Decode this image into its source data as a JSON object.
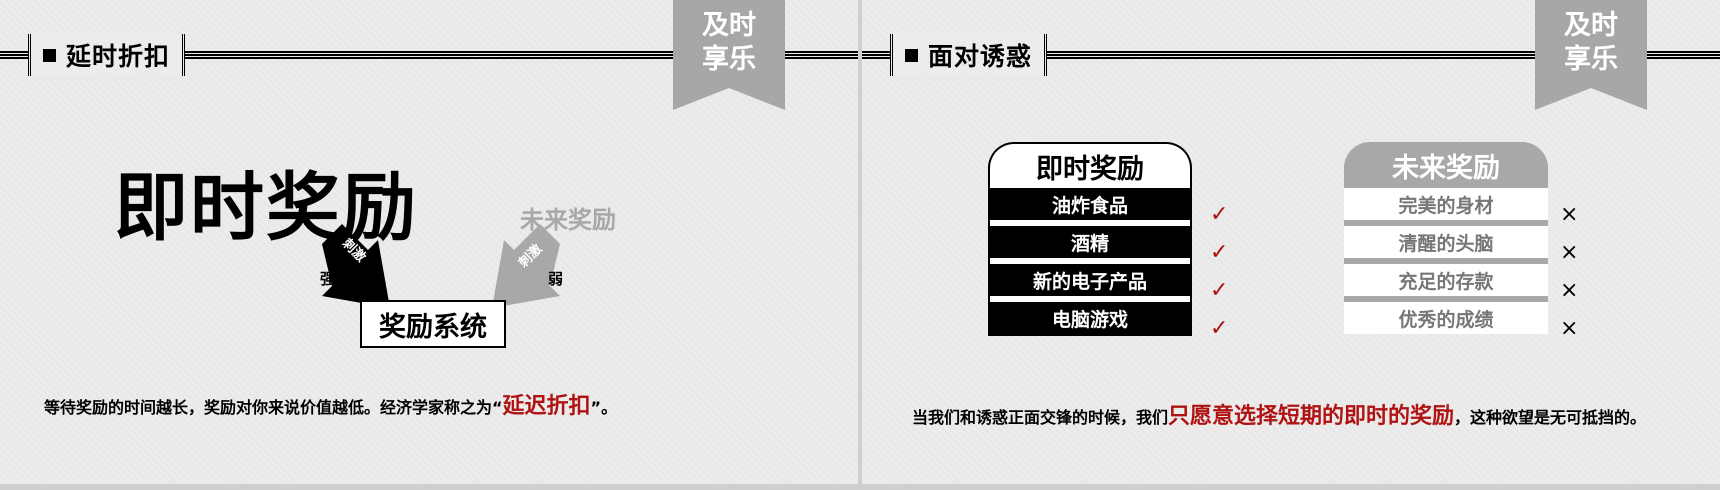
{
  "left": {
    "section_title": "延时折扣",
    "ribbon": [
      "及时",
      "享乐"
    ],
    "big_title": "即时奖励",
    "future_label": "未来奖励",
    "arrow_label_left": "刺激",
    "arrow_label_right": "刺激",
    "strong_label": "强",
    "weak_label": "弱",
    "system_box": "奖励系统",
    "desc_prefix": "等待奖励的时间越长，奖励对你来说价值越低。经济学家称之为“",
    "desc_highlight": "延迟折扣",
    "desc_suffix": "”。"
  },
  "right": {
    "section_title": "面对诱惑",
    "ribbon": [
      "及时",
      "享乐"
    ],
    "now_card": {
      "title": "即时奖励",
      "items": [
        "油炸食品",
        "酒精",
        "新的电子产品",
        "电脑游戏"
      ]
    },
    "future_card": {
      "title": "未来奖励",
      "items": [
        "完美的身材",
        "清醒的头脑",
        "充足的存款",
        "优秀的成绩"
      ]
    },
    "check_mark": "✓",
    "cross_mark": "×",
    "desc_prefix": "当我们和诱惑正面交锋的时候，我们",
    "desc_highlight": "只愿意选择短期的即时的奖励",
    "desc_suffix": "，这种欲望是无可抵挡的。"
  },
  "colors": {
    "accent_red": "#b01212",
    "ribbon_gray": "#a7a7a7",
    "text_black": "#000000"
  }
}
